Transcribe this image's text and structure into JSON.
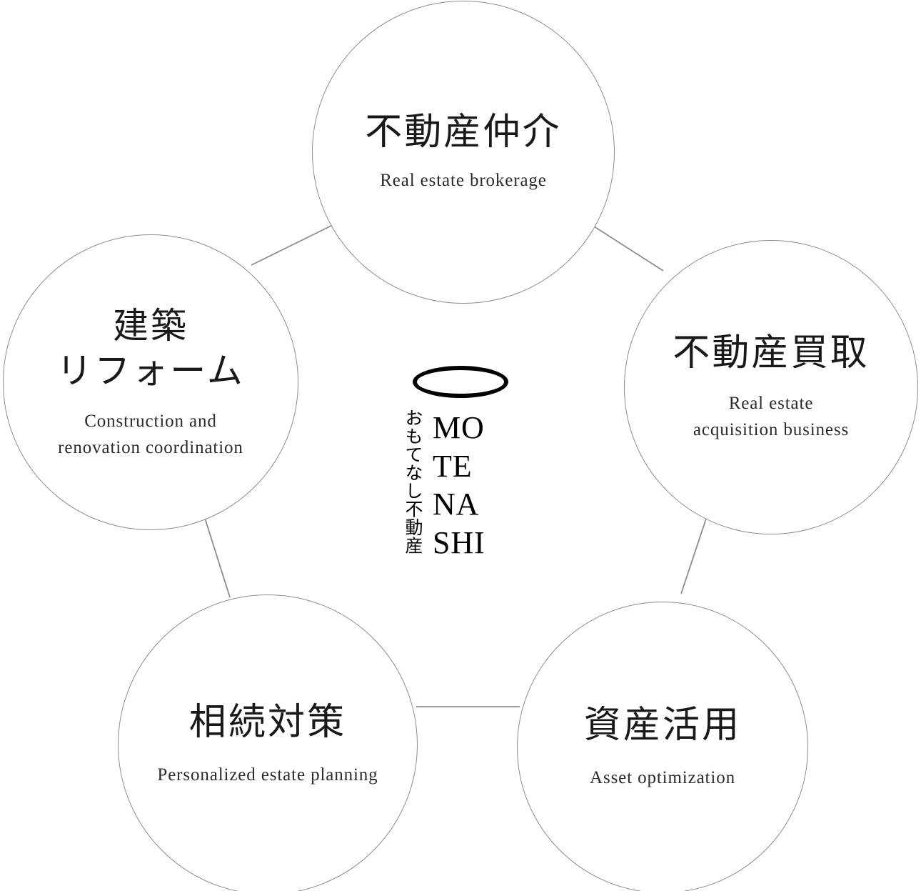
{
  "diagram": {
    "title_logo": {
      "mark": "oval-mark",
      "japanese_vertical": "おもてなし不動産",
      "romaji": "MO\nTE\nNA\nSHI"
    },
    "line_color": "#8d8d8d",
    "text_color": "#191919",
    "nodes": [
      {
        "id": "real-estate-brokerage",
        "ja": "不動産仲介",
        "en": "Real estate brokerage"
      },
      {
        "id": "real-estate-acquisition",
        "ja": "不動産買取",
        "en": "Real estate\nacquisition business"
      },
      {
        "id": "construction-renovation",
        "ja": "建築\nリフォーム",
        "en": "Construction and\nrenovation coordination"
      },
      {
        "id": "estate-planning",
        "ja": "相続対策",
        "en": "Personalized estate planning"
      },
      {
        "id": "asset-optimization",
        "ja": "資産活用",
        "en": "Asset optimization"
      }
    ],
    "connections": [
      {
        "from": "construction-renovation",
        "to": "real-estate-brokerage"
      },
      {
        "from": "real-estate-brokerage",
        "to": "real-estate-acquisition"
      },
      {
        "from": "real-estate-acquisition",
        "to": "asset-optimization"
      },
      {
        "from": "asset-optimization",
        "to": "estate-planning"
      },
      {
        "from": "estate-planning",
        "to": "construction-renovation"
      }
    ]
  }
}
